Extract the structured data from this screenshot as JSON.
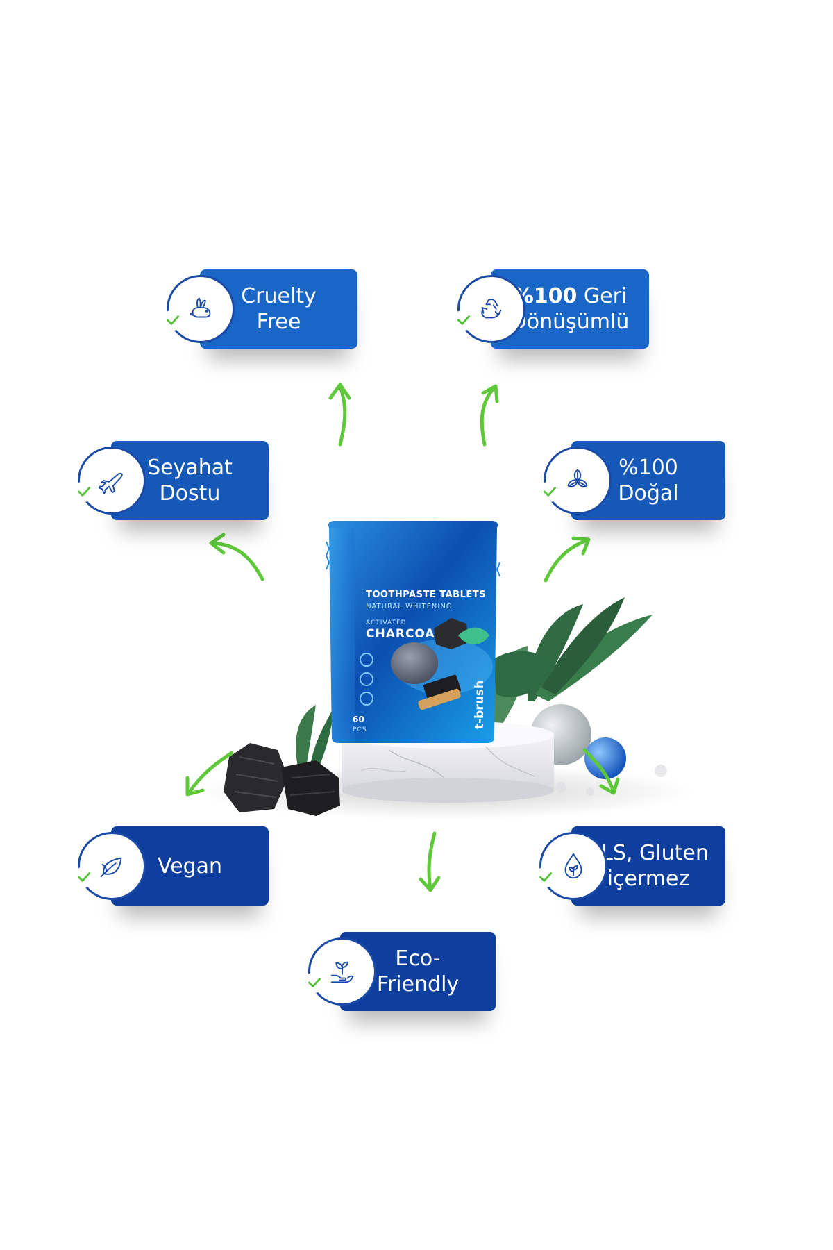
{
  "colors": {
    "badge_blue": "#1460c2",
    "badge_navy": "#0f3f9e",
    "arrow_green": "#5ec83a",
    "check_green": "#53c236",
    "icon_outline": "#1b4aa6"
  },
  "product": {
    "line1": "TOOTHPASTE TABLETS",
    "line2": "NATURAL WHITENING",
    "line3": "ACTIVATED",
    "line4": "CHARCOAL",
    "brand": "t-brush",
    "count": "60",
    "count_unit": "PCS"
  },
  "badges": {
    "cruelty_free": {
      "label": "Cruelty\nFree",
      "icon": "rabbit-icon"
    },
    "recycle": {
      "label_bold": "%100",
      "label_rest": " Geri\nDönüşümlü",
      "icon": "recycle-icon"
    },
    "travel": {
      "label": "Seyahat\nDostu",
      "icon": "airplane-icon"
    },
    "natural": {
      "label": "%100\nDoğal",
      "icon": "leaves-icon"
    },
    "vegan": {
      "label": "Vegan",
      "icon": "leaf-icon"
    },
    "sls": {
      "label": "SLS, Gluten\niçermez",
      "icon": "drop-leaf-icon"
    },
    "eco": {
      "label": "Eco-\nFriendly",
      "icon": "plant-hand-icon"
    }
  }
}
